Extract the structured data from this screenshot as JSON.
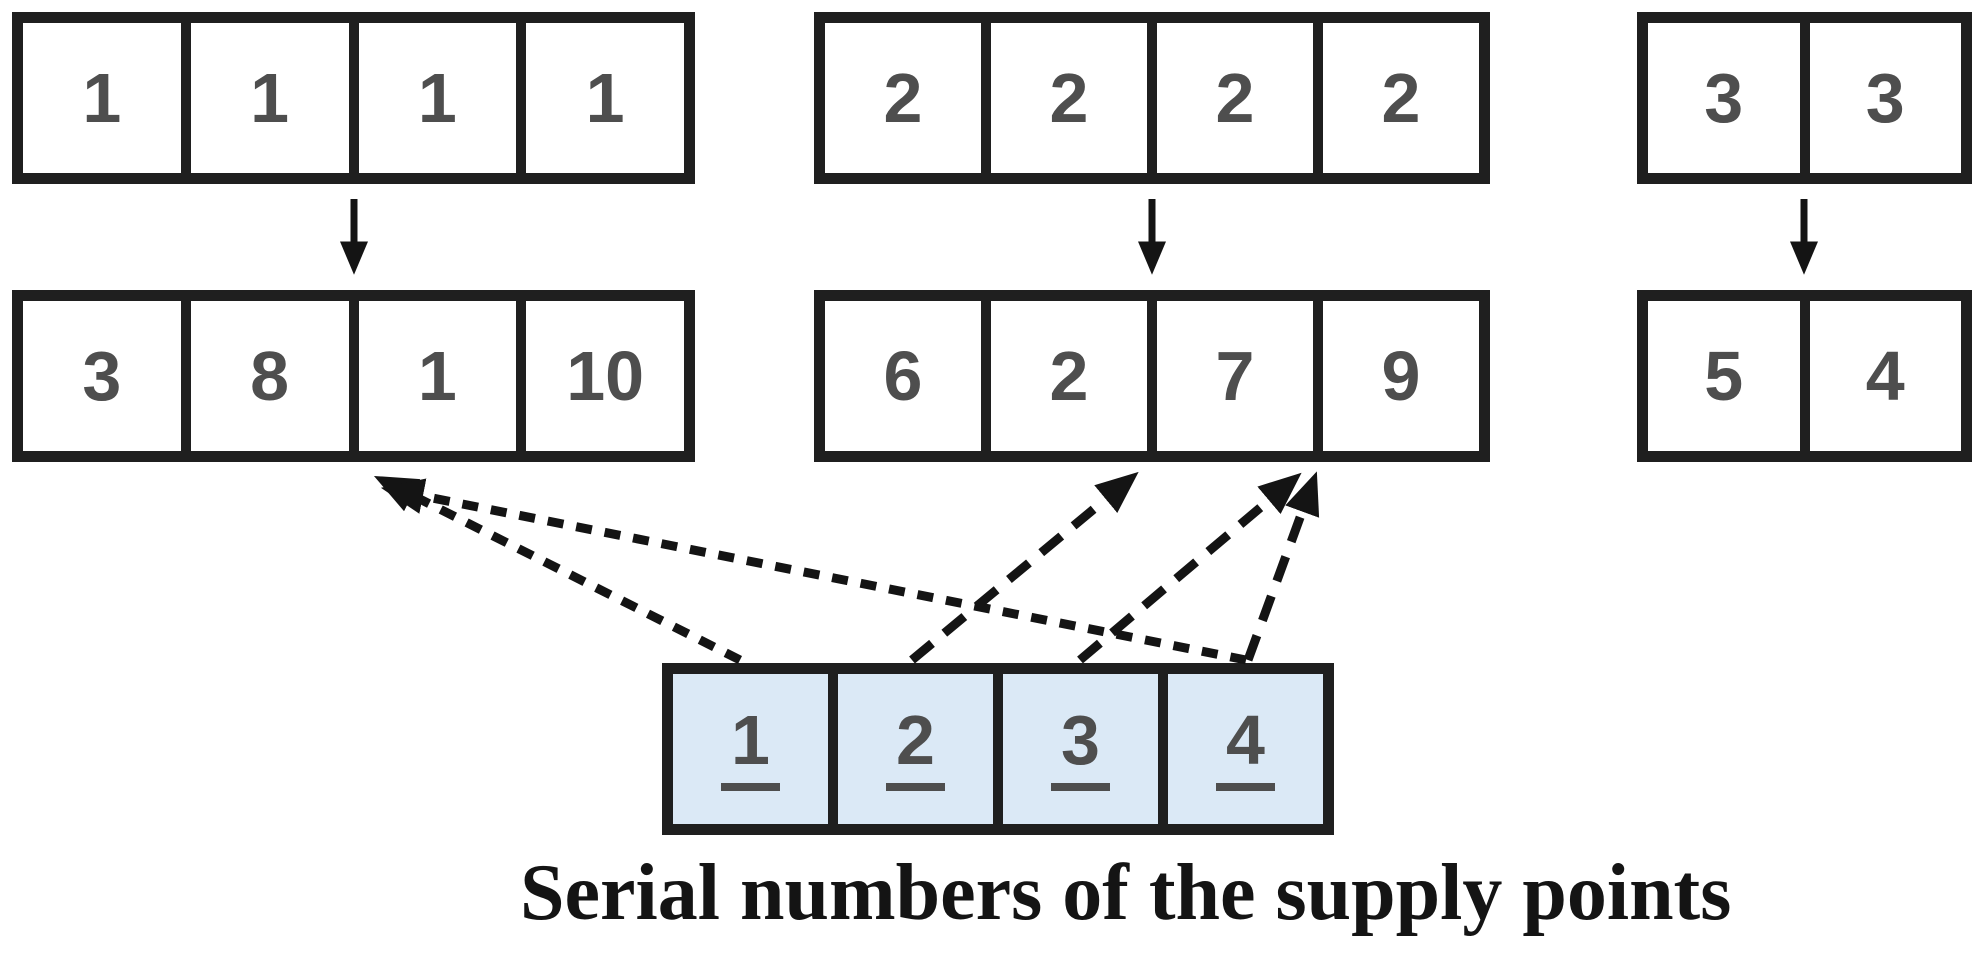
{
  "caption": "Serial numbers of the supply points",
  "top_row": {
    "groups": [
      {
        "cells": [
          "1",
          "1",
          "1",
          "1"
        ]
      },
      {
        "cells": [
          "2",
          "2",
          "2",
          "2"
        ]
      },
      {
        "cells": [
          "3",
          "3"
        ]
      }
    ]
  },
  "assignment_row": {
    "groups": [
      {
        "cells": [
          "3",
          "8",
          "1",
          "10"
        ]
      },
      {
        "cells": [
          "6",
          "2",
          "7",
          "9"
        ]
      },
      {
        "cells": [
          "5",
          "4"
        ]
      }
    ]
  },
  "serial_row": {
    "cells": [
      "1",
      "2",
      "3",
      "4"
    ]
  },
  "colors": {
    "border": "#1f1f1f",
    "digit": "#4e4e4e",
    "arrow": "#141414",
    "supply_fill": "#dbe9f6",
    "caption_color": "#141414"
  }
}
